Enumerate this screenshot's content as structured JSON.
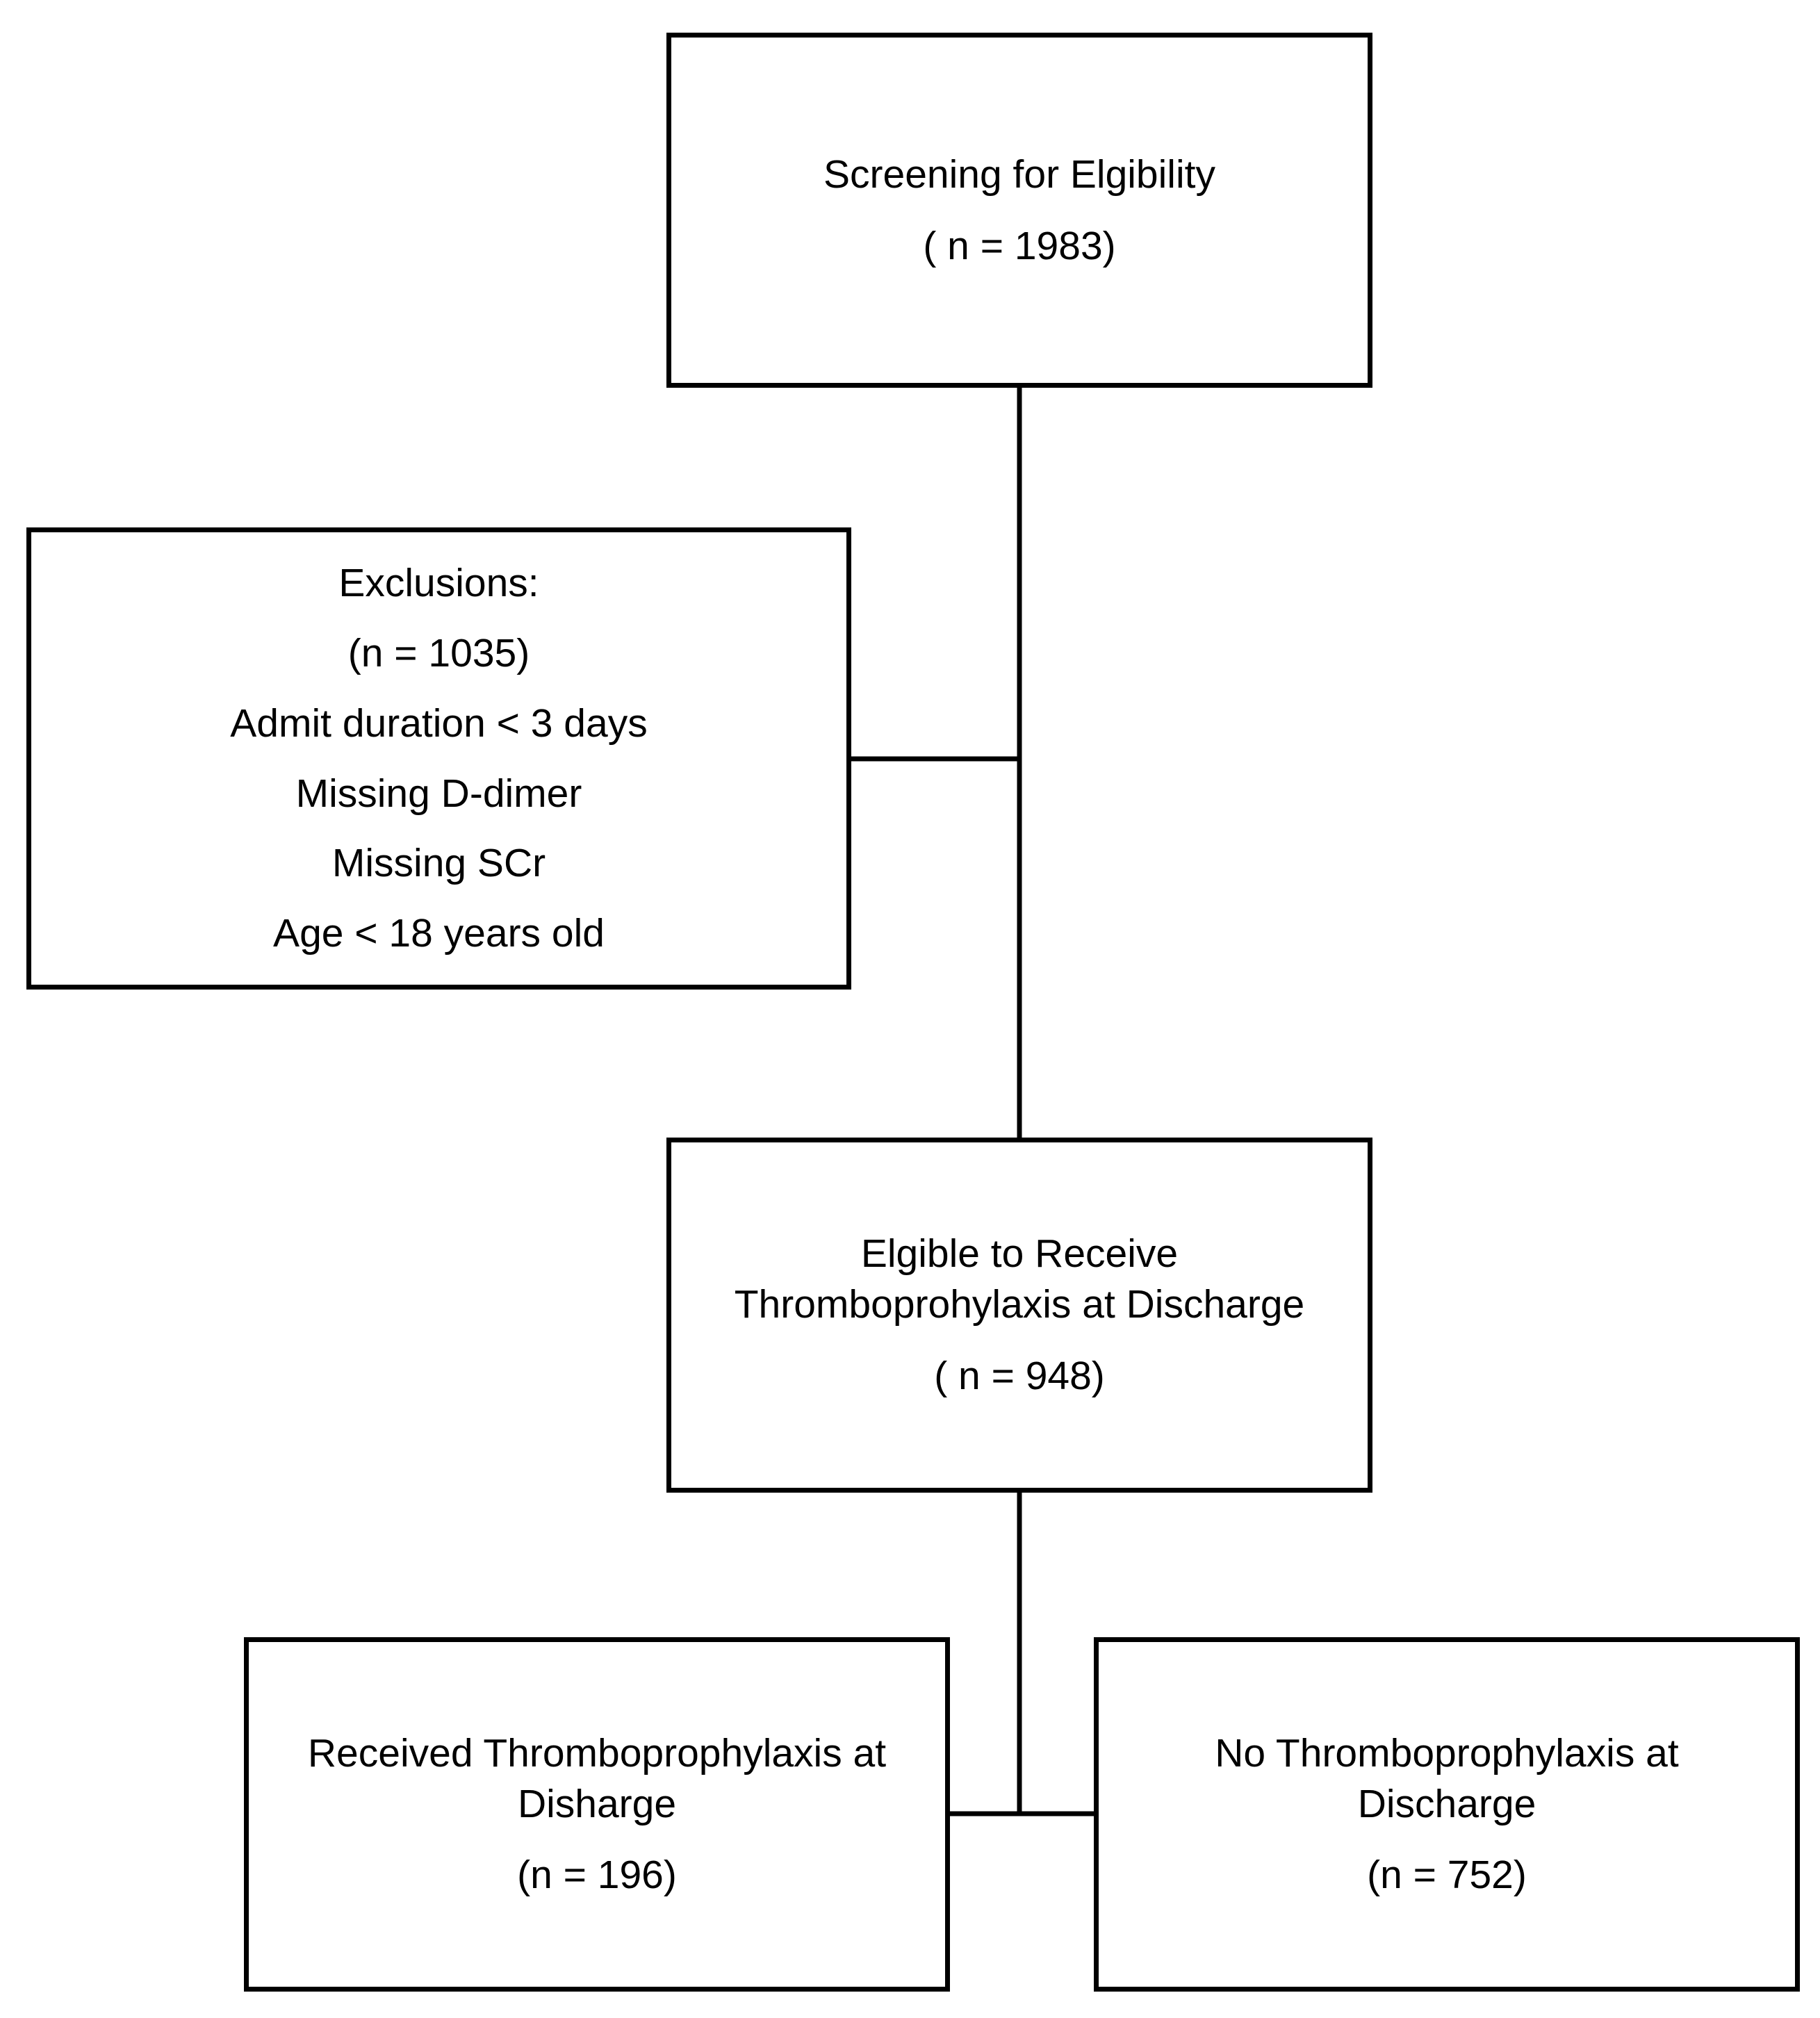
{
  "flowchart": {
    "screening": {
      "title": "Screening for Elgibility",
      "count": "( n = 1983)"
    },
    "exclusions": {
      "title": "Exclusions:",
      "count": "(n = 1035)",
      "reasons": [
        "Admit duration < 3 days",
        "Missing D-dimer",
        "Missing SCr",
        "Age < 18 years old"
      ]
    },
    "eligible": {
      "title_line1": "Elgible to Receive",
      "title_line2": "Thromboprohylaxis at Discharge",
      "count": "( n = 948)"
    },
    "received": {
      "title_line1": "Received Thromboprophylaxis at",
      "title_line2": "Disharge",
      "count": "(n = 196)"
    },
    "not_received": {
      "title_line1": "No Thromboprophylaxis at",
      "title_line2": "Discharge",
      "count": "(n = 752)"
    }
  }
}
